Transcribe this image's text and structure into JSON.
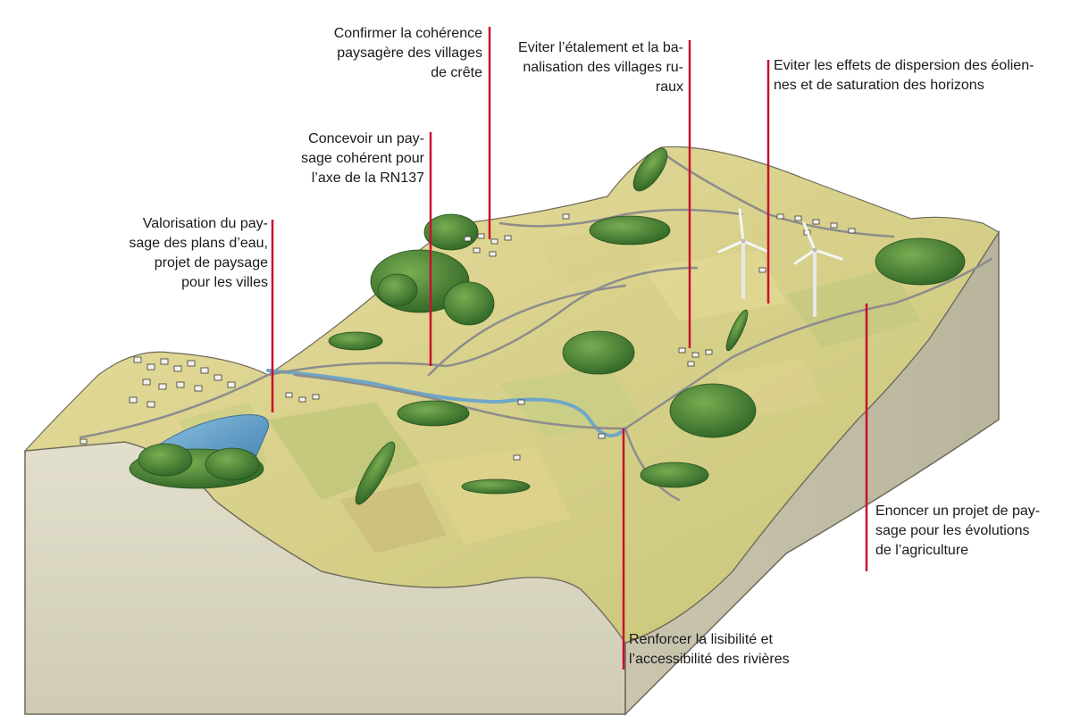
{
  "labels": {
    "plans_eau": [
      "Valorisation du pay-",
      "sage des plans d’eau,",
      "projet de paysage",
      "pour les villes"
    ],
    "rn137": [
      "Concevoir un pay-",
      "sage cohérent pour",
      "l’axe de la RN137"
    ],
    "crete": [
      "Confirmer la cohérence",
      "paysagère des villages",
      "de crête"
    ],
    "etalement": [
      "Eviter l’étalement et la ba-",
      "nalisation des villages ru-",
      "raux"
    ],
    "eoliennes": [
      "Eviter les effets de dispersion des éolien-",
      "nes et de saturation des horizons"
    ],
    "rivieres": [
      "Renforcer la lisibilité et",
      "l’accessibilité des rivières"
    ],
    "agriculture": [
      "Enoncer un projet de pay-",
      "sage pour les évolutions",
      "de l’agriculture"
    ]
  },
  "colors": {
    "leader_line": "#c8102e",
    "block_side": "#d9d6c3",
    "field_light": "#e8dfa0",
    "field_green": "#b9c77a",
    "forest": "#3f7a33",
    "water": "#5d9fc9"
  }
}
